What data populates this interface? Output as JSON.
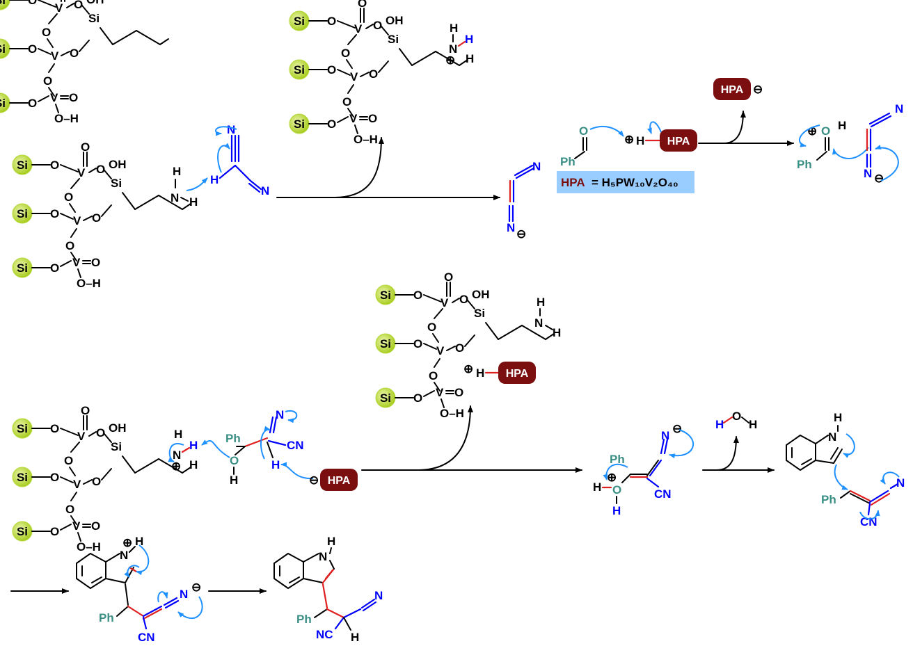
{
  "atoms": {
    "si": "Si",
    "o": "O",
    "v": "V",
    "oh": "OH",
    "h": "H",
    "n": "N",
    "ph": "Ph",
    "cn": "CN",
    "nc": "NC",
    "o_h": "O–H"
  },
  "catalyst": {
    "hpa": "HPA",
    "definition_prefix": "HPA",
    "definition_formula": "= H₅PW₁₀V₂O₄₀"
  },
  "charges": {
    "plus": "⊕",
    "minus": "⊖"
  },
  "colors": {
    "bond": "#000000",
    "nitrile": "#0000ff",
    "new_bond": "#e02020",
    "arrow": "#1e90ff",
    "hpa_fill": "#7b0f0f",
    "si_bead": "#c8e64b",
    "label_box": "#99ccff",
    "teal": "#3a8f85"
  },
  "icons": {
    "si_bead": "green-circle",
    "electron_arrow": "curved-arrow",
    "reaction_arrow": "straight-arrow"
  }
}
